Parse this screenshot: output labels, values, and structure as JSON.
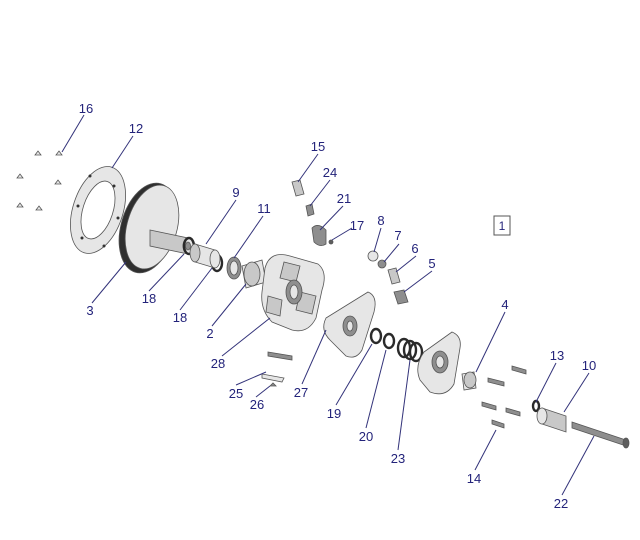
{
  "diagram": {
    "frame_label": "1",
    "callouts": [
      {
        "id": "16",
        "text": "16"
      },
      {
        "id": "12",
        "text": "12"
      },
      {
        "id": "3",
        "text": "3"
      },
      {
        "id": "18a",
        "text": "18"
      },
      {
        "id": "18b",
        "text": "18"
      },
      {
        "id": "9",
        "text": "9"
      },
      {
        "id": "11",
        "text": "11"
      },
      {
        "id": "2",
        "text": "2"
      },
      {
        "id": "28",
        "text": "28"
      },
      {
        "id": "15",
        "text": "15"
      },
      {
        "id": "24",
        "text": "24"
      },
      {
        "id": "21",
        "text": "21"
      },
      {
        "id": "17",
        "text": "17"
      },
      {
        "id": "8",
        "text": "8"
      },
      {
        "id": "7",
        "text": "7"
      },
      {
        "id": "6",
        "text": "6"
      },
      {
        "id": "5",
        "text": "5"
      },
      {
        "id": "4",
        "text": "4"
      },
      {
        "id": "13",
        "text": "13"
      },
      {
        "id": "10",
        "text": "10"
      },
      {
        "id": "25",
        "text": "25"
      },
      {
        "id": "26",
        "text": "26"
      },
      {
        "id": "27",
        "text": "27"
      },
      {
        "id": "19",
        "text": "19"
      },
      {
        "id": "20",
        "text": "20"
      },
      {
        "id": "23",
        "text": "23"
      },
      {
        "id": "14",
        "text": "14"
      },
      {
        "id": "22",
        "text": "22"
      }
    ]
  }
}
